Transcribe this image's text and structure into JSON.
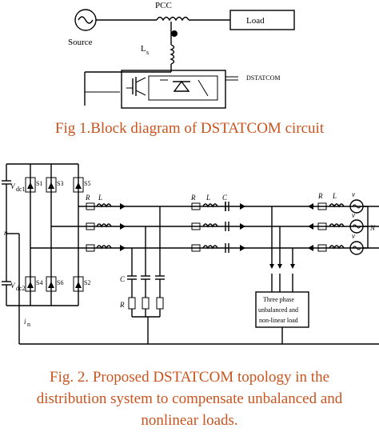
{
  "fig1": {
    "pcc_label": "PCC",
    "load_label": "Load",
    "source_label": "Source",
    "ls_label": "L",
    "ls_sub": "s",
    "dstatcom_label": "DSTATCOM",
    "caption": "Fig 1.Block diagram of DSTATCOM circuit"
  },
  "fig2": {
    "vdc1": "V",
    "vdc1_sub": "dc1",
    "vdc2": "V",
    "vdc2_sub": "dc2",
    "n_label": "n",
    "in_label": "i",
    "in_sub": "n",
    "switches": [
      "S1",
      "S3",
      "S5",
      "S4",
      "S6",
      "S2"
    ],
    "r1": "R",
    "l1": "L",
    "r2": "R",
    "l2": "L",
    "cse": "C",
    "rs": "R",
    "ls": "L",
    "c_shunt": "C",
    "rc": "R",
    "v_sa": "v",
    "v_sb": "v",
    "v_sc": "v",
    "N_label": "N",
    "load_box": [
      "Three phase",
      "unbalanced and",
      "non-linear load"
    ],
    "caption_lines": [
      "Fig. 2. Proposed DSTATCOM topology in the",
      "distribution system to compensate unbalanced and",
      "nonlinear loads."
    ]
  },
  "colors": {
    "caption": "#c9541f",
    "wire": "#000000"
  }
}
